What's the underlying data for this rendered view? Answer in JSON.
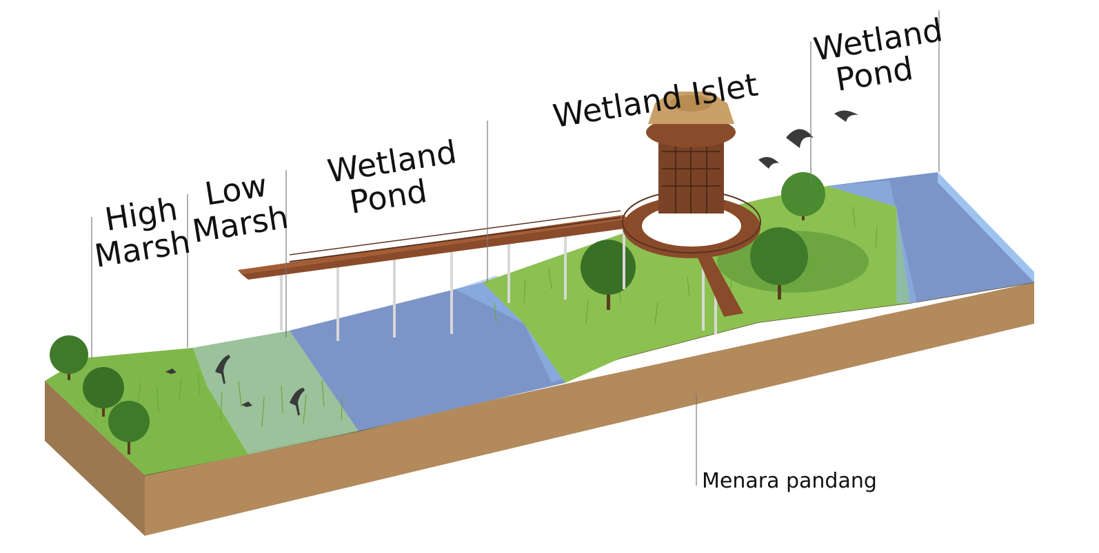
{
  "diagram": {
    "zones": [
      {
        "id": "high-marsh",
        "line1": "High",
        "line2": "Marsh"
      },
      {
        "id": "low-marsh",
        "line1": "Low",
        "line2": "Marsh"
      },
      {
        "id": "wetland-pond-1",
        "line1": "Wetland",
        "line2": "Pond"
      },
      {
        "id": "wetland-islet",
        "line1": "Wetland Islet",
        "line2": ""
      },
      {
        "id": "wetland-pond-2",
        "line1": "Wetland",
        "line2": "Pond"
      }
    ],
    "callout": {
      "label": "Menara pandang"
    },
    "colors": {
      "grass": "#7fb84a",
      "marsh": "#a9cf6b",
      "water": "#7c95c8",
      "water_edge": "#8fb8e8",
      "soil": "#b28a5c",
      "soil_dark": "#8f6b44",
      "timber": "#8a4b2a",
      "thatch": "#c9a067",
      "tree": "#3f7a2a"
    }
  }
}
